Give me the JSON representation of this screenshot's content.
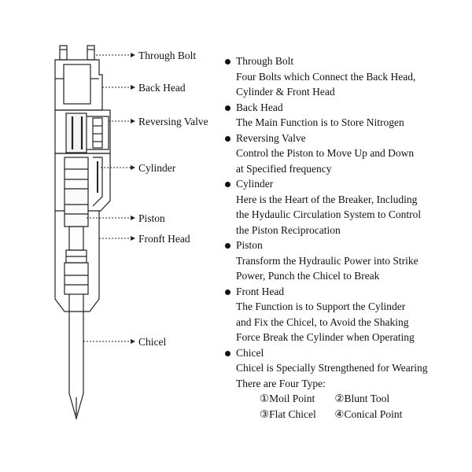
{
  "labels": {
    "through_bolt": "Through Bolt",
    "back_head": "Back Head",
    "reversing_valve": "Reversing Valve",
    "cylinder": "Cylinder",
    "piston": "Piston",
    "front_head": "Fronft Head",
    "chicel": "Chicel"
  },
  "items": [
    {
      "title": "Through Bolt",
      "lines": [
        "Four Bolts which Connect the Back Head,",
        "Cylinder & Front Head"
      ]
    },
    {
      "title": "Back Head",
      "lines": [
        "The Main Function is to Store Nitrogen"
      ]
    },
    {
      "title": "Reversing Valve",
      "lines": [
        "Control the Piston to Move Up and Down",
        "at Specified frequency"
      ]
    },
    {
      "title": "Cylinder",
      "lines": [
        "Here is the Heart of the Breaker, Including",
        "the Hydaulic Circulation System to Control",
        "the Piston Reciprocation"
      ]
    },
    {
      "title": "Piston",
      "lines": [
        "Transform the Hydraulic Power into Strike",
        "Power, Punch the Chicel to Break"
      ]
    },
    {
      "title": "Front Head",
      "lines": [
        "The Function  is to Support the Cylinder",
        "and Fix the Chicel, to Avoid the Shaking",
        "Force Break the Cylinder when Operating"
      ]
    },
    {
      "title": "Chicel",
      "lines": [
        "Chicel is Specially Strengthened for Wearing",
        "There are Four Type:"
      ]
    }
  ],
  "types": [
    "①Moil Point",
    "②Blunt Tool",
    "③Flat Chicel",
    "④Conical Point"
  ]
}
